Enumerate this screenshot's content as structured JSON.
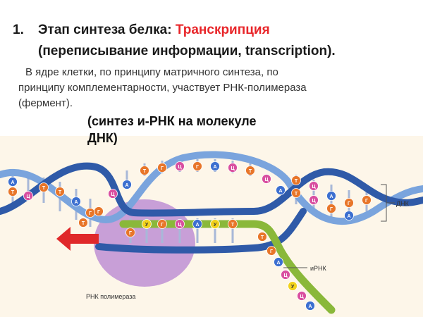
{
  "heading": {
    "number": "1.",
    "stage_prefix": "Этап синтеза белка: ",
    "stage_name": "Транскрипция",
    "subtitle": "(переписывание информации, transcription)."
  },
  "paragraph": {
    "line1": "В ядре клетки, по принципу матричного синтеза, по",
    "line2": "принципу комплементарности, участвует РНК-полимераза",
    "line3": "(фермент)."
  },
  "subheading": {
    "line1": "(синтез и-РНК на молекуле",
    "line2": "ДНК)"
  },
  "diagram": {
    "label_dna": "ДНК",
    "label_mrna": "иРНК",
    "label_polymerase": "РНК полимераза",
    "colors": {
      "background": "#fdf6e9",
      "strand": "#2f5aa8",
      "strand_light": "#7aa4dd",
      "mrna": "#8ab83a",
      "polymerase": "#c59ad6",
      "arrow": "#e0282a",
      "rung": "#a8b8d8"
    },
    "top_bubble_nucleotides": [
      "А",
      "Т",
      "Г",
      "Ц",
      "Г",
      "А",
      "Ц",
      "Т",
      "Ц",
      "А",
      "Ц",
      "Г",
      "Т"
    ],
    "paired_nucleotides": [
      "У",
      "Г",
      "Ц",
      "А",
      "У",
      "Т",
      "Г"
    ],
    "left_helix_nucleotides": [
      "А",
      "Т",
      "Ц",
      "Т",
      "Т",
      "А",
      "Г"
    ],
    "right_helix_nucleotides": [
      "Т",
      "Т",
      "Ц",
      "Ц",
      "А",
      "Г",
      "Г",
      "А",
      "Г"
    ],
    "mrna_tail_nucleotides": [
      "Т",
      "Г",
      "А",
      "Ц",
      "У",
      "Ц",
      "А"
    ]
  }
}
